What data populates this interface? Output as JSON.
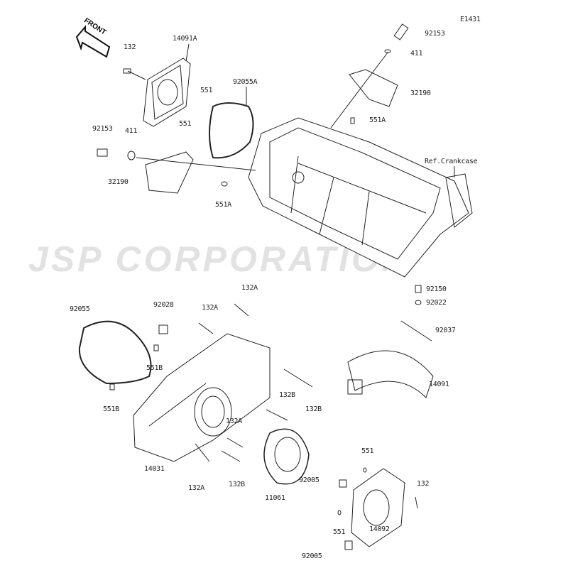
{
  "diagram_code": "E1431",
  "watermark": "JSP CORPORATION",
  "front_marker": "FRONT",
  "ref_label": "Ref.Crankcase",
  "labels": [
    "92153",
    "411",
    "32190",
    "551A",
    "132",
    "14091A",
    "551",
    "92055A",
    "551",
    "92153",
    "411",
    "32190",
    "551A",
    "92055",
    "132A",
    "92028",
    "132A",
    "551B",
    "551B",
    "92150",
    "92022",
    "92037",
    "14091",
    "132B",
    "132B",
    "132A",
    "14031",
    "132A",
    "132B",
    "551",
    "92005",
    "132",
    "11061",
    "551",
    "14092",
    "92005"
  ]
}
